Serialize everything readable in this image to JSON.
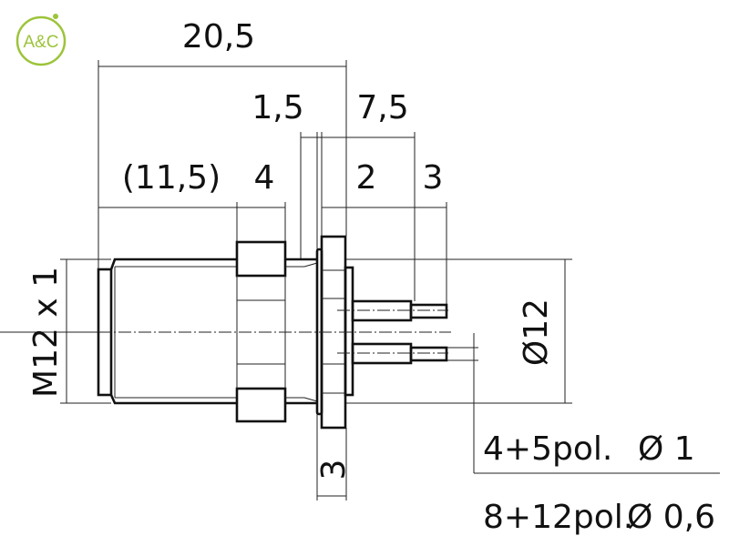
{
  "logo": {
    "text": "A&C",
    "color": "#9cc43a"
  },
  "dimensions": {
    "overall_length": "20,5",
    "flange_gap": "1,5",
    "rear_length": "7,5",
    "thread_length": "(11,5)",
    "nut_width": "4",
    "flange_width": "2",
    "pin_tip": "3",
    "flange_bottom": "3",
    "thread": "M12 x 1",
    "diameter": "Ø12"
  },
  "pin_table": [
    {
      "poles": "4+5pol.",
      "diameter": "Ø 1"
    },
    {
      "poles": "8+12pol.",
      "diameter": "Ø 0,6"
    }
  ]
}
